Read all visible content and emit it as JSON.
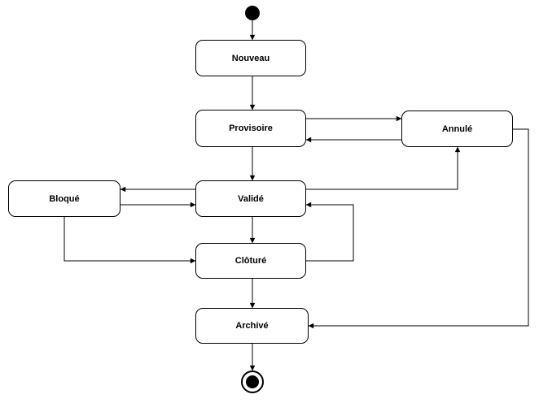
{
  "diagram": {
    "type": "uml-state-diagram",
    "colors": {
      "line": "#000000",
      "node_fill": "#ffffff",
      "text": "#000000",
      "background": "#ffffff"
    },
    "markers": {
      "initial": "initial-state",
      "final": "final-state"
    },
    "nodes": [
      {
        "id": "nouveau",
        "label": "Nouveau"
      },
      {
        "id": "provisoire",
        "label": "Provisoire"
      },
      {
        "id": "annule",
        "label": "Annulé"
      },
      {
        "id": "bloque",
        "label": "Bloqué"
      },
      {
        "id": "valide",
        "label": "Validé"
      },
      {
        "id": "cloture",
        "label": "Clôturé"
      },
      {
        "id": "archive",
        "label": "Archivé"
      }
    ],
    "edges": [
      {
        "from": "initial",
        "to": "nouveau"
      },
      {
        "from": "nouveau",
        "to": "provisoire"
      },
      {
        "from": "provisoire",
        "to": "annule"
      },
      {
        "from": "annule",
        "to": "provisoire"
      },
      {
        "from": "provisoire",
        "to": "valide"
      },
      {
        "from": "valide",
        "to": "bloque"
      },
      {
        "from": "bloque",
        "to": "valide"
      },
      {
        "from": "valide",
        "to": "annule"
      },
      {
        "from": "valide",
        "to": "cloture"
      },
      {
        "from": "cloture",
        "to": "valide"
      },
      {
        "from": "bloque",
        "to": "cloture"
      },
      {
        "from": "cloture",
        "to": "archive"
      },
      {
        "from": "annule",
        "to": "archive"
      },
      {
        "from": "archive",
        "to": "final"
      }
    ]
  }
}
